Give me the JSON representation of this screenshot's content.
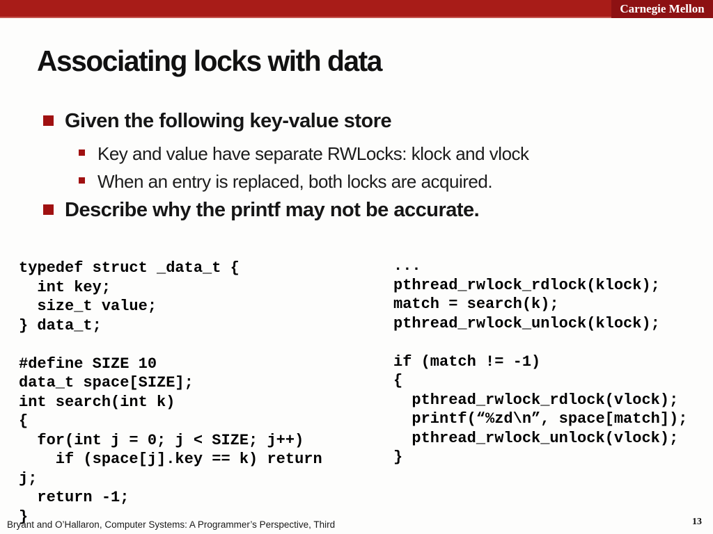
{
  "header": {
    "brand": "Carnegie Mellon",
    "bar_color": "#a81c18",
    "brand_box_color": "#8d1113"
  },
  "title": "Associating locks with data",
  "bullets": [
    {
      "level": 1,
      "text": "Given the following key-value store"
    },
    {
      "level": 2,
      "text": "Key and value have separate RWLocks: klock and vlock"
    },
    {
      "level": 2,
      "text": "When an entry is replaced, both locks are acquired."
    },
    {
      "level": 1,
      "text": "Describe why the printf may not be accurate."
    }
  ],
  "code": {
    "left": "typedef struct _data_t {\n  int key;\n  size_t value;\n} data_t;\n\n#define SIZE 10\ndata_t space[SIZE];\nint search(int k)\n{\n  for(int j = 0; j < SIZE; j++)\n    if (space[j].key == k) return\nj;\n  return -1;\n}",
    "right": "...\npthread_rwlock_rdlock(klock);\nmatch = search(k);\npthread_rwlock_unlock(klock);\n\nif (match != -1)\n{\n  pthread_rwlock_rdlock(vlock);\n  printf(“%zd\\n”, space[match]);\n  pthread_rwlock_unlock(vlock);\n}"
  },
  "footer": {
    "citation": "Bryant and O’Hallaron, Computer Systems: A Programmer’s Perspective, Third",
    "page_number": "13"
  },
  "accent_colors": {
    "bullet_marker": "#a01111",
    "bar_bottom_line": "#c4564f"
  }
}
